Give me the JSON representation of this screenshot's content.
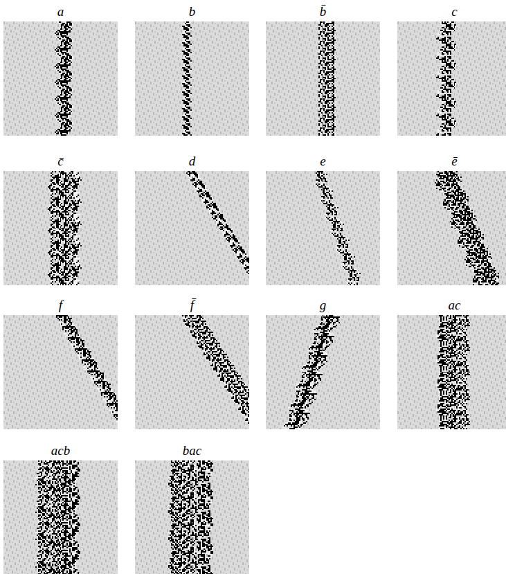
{
  "diagram": {
    "labels": [
      "a",
      "b",
      "b̄",
      "c",
      "c̄",
      "d",
      "e",
      "ē",
      "f",
      "f̄",
      "g",
      "ac",
      "acb",
      "bac"
    ]
  }
}
